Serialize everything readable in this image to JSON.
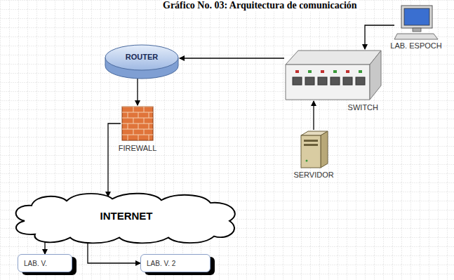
{
  "diagram": {
    "title": "Gráfico No. 03: Arquitectura de comunicación",
    "nodes": [
      {
        "text": [
          "ROUTER"
        ]
      },
      {
        "text": [
          "SWITCH"
        ]
      },
      {
        "text": [
          "LAB. ESPOCH"
        ]
      },
      {
        "text": [
          "SERVIDOR"
        ]
      },
      {
        "text": [
          "FIREWALL"
        ]
      },
      {
        "text": [
          "INTERNET"
        ]
      },
      {
        "text": [
          "LAB. V."
        ]
      },
      {
        "text": [
          "LAB. V. 2"
        ]
      }
    ],
    "edges": [
      {
        "from": 1,
        "to": 0,
        "arrow": "to"
      },
      {
        "from": 0,
        "to": 4,
        "arrow": "to"
      },
      {
        "from": 4,
        "to": 5,
        "arrow": "to"
      },
      {
        "from": 5,
        "to": 6,
        "arrow": "to"
      },
      {
        "from": 5,
        "to": 7,
        "arrow": "to"
      },
      {
        "from": 3,
        "to": 1,
        "arrow": "to"
      },
      {
        "from": 2,
        "to": 1,
        "arrow": "to"
      }
    ]
  }
}
